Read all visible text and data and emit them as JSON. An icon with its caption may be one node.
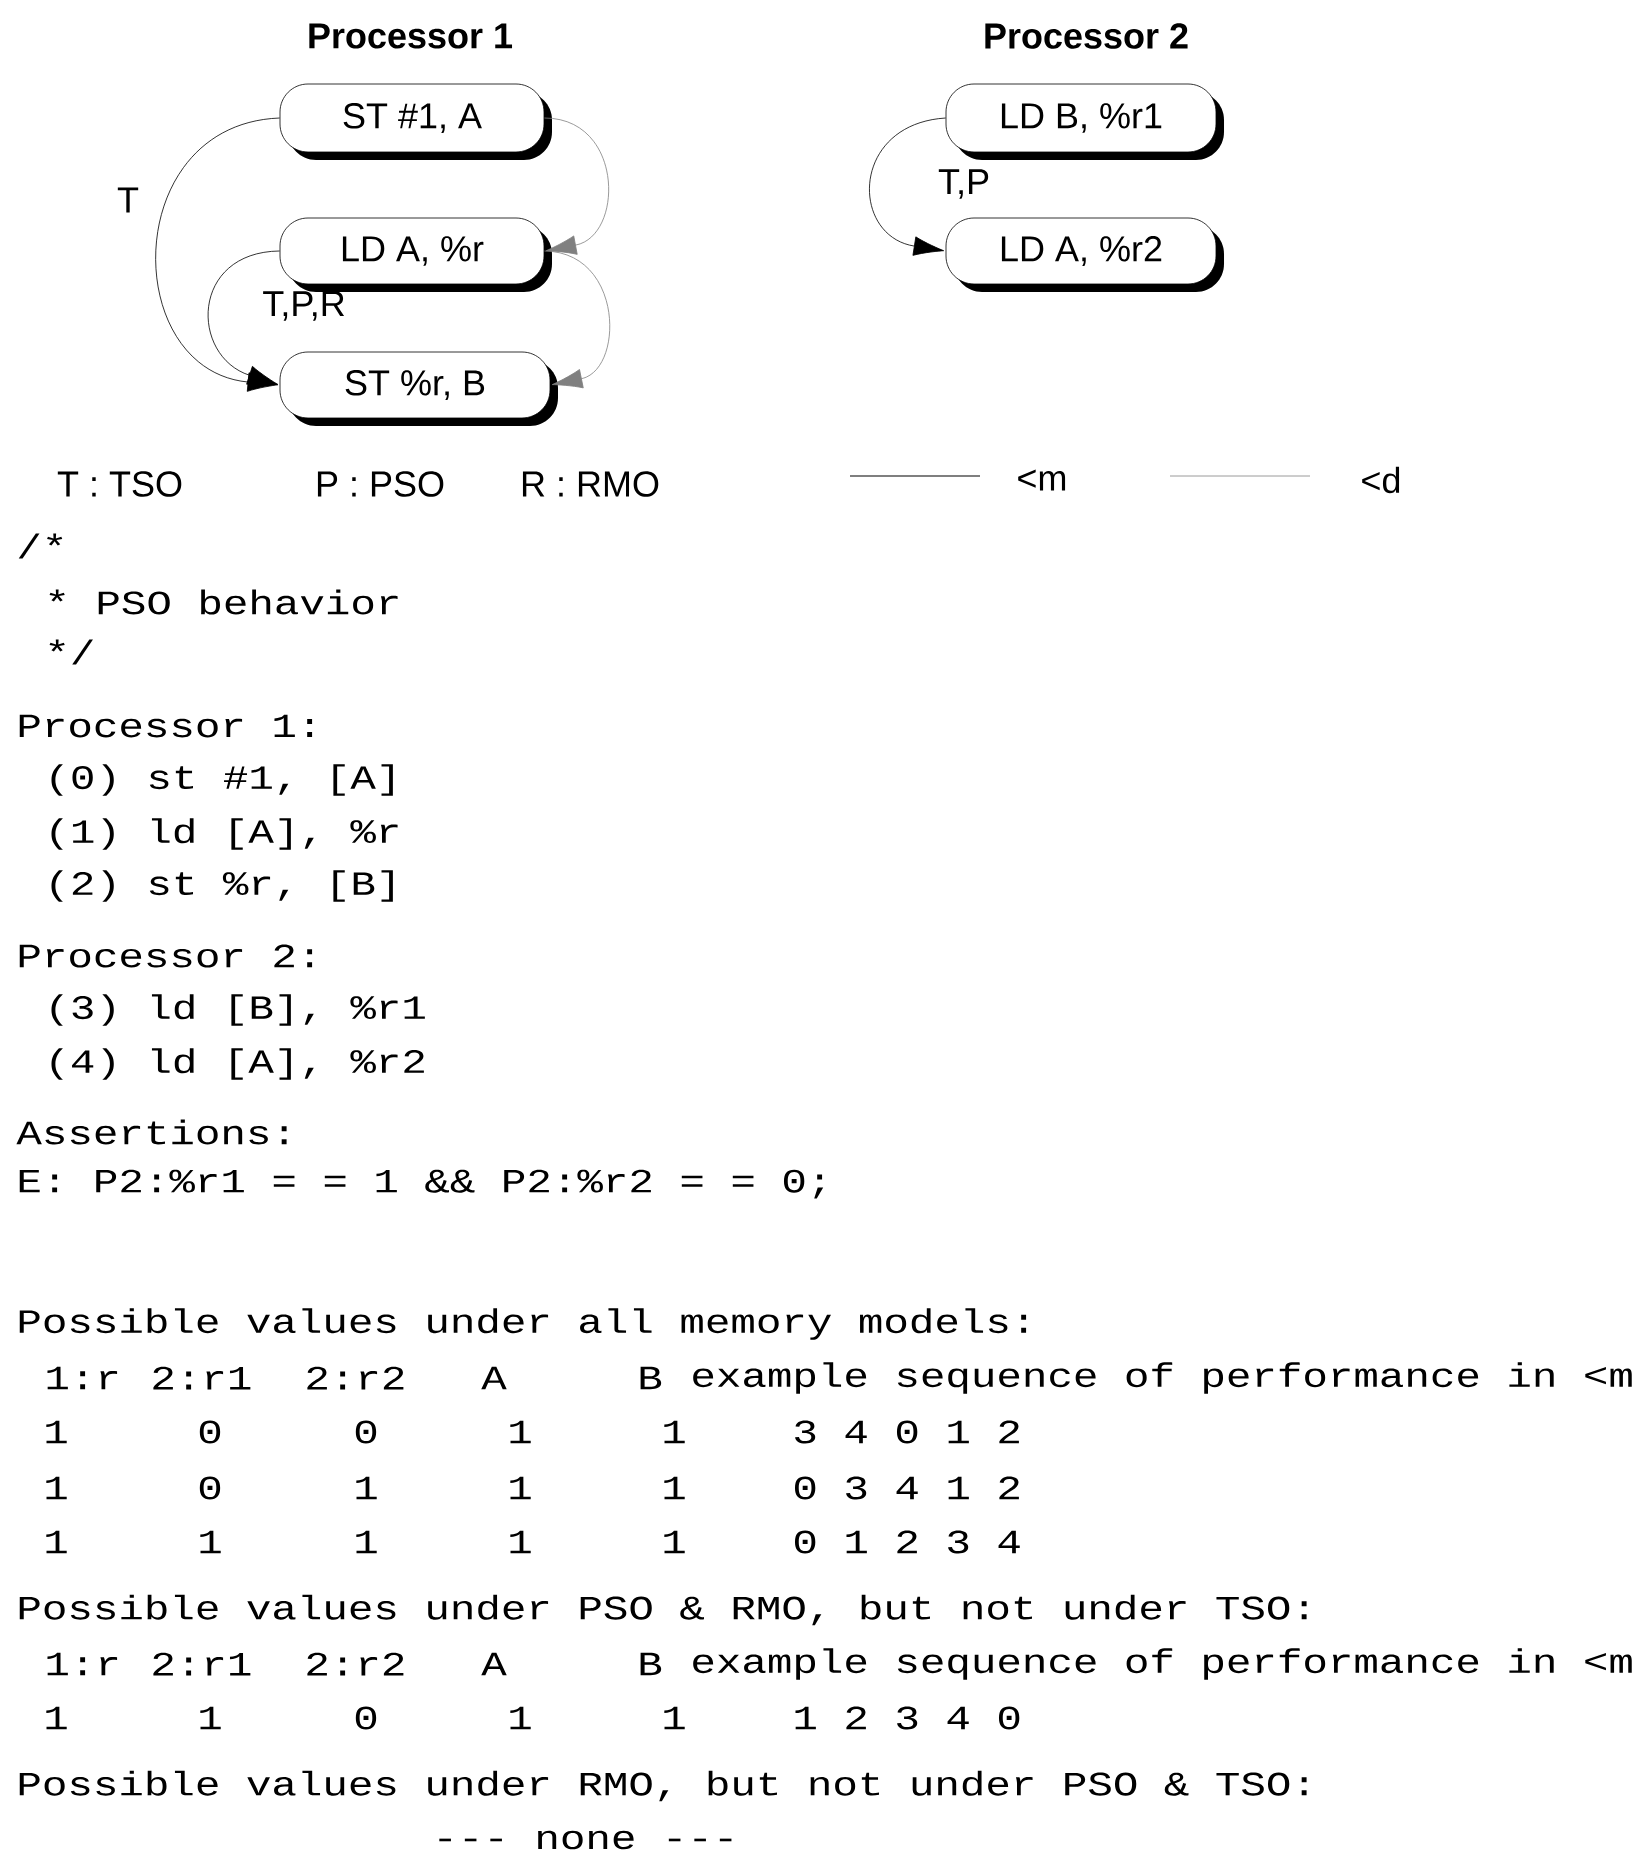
{
  "diagram": {
    "nodes": [
      {
        "text": [
          "ST #1, A"
        ]
      },
      {
        "text": [
          "LD A, %r"
        ]
      },
      {
        "text": [
          "ST %r, B"
        ]
      },
      {
        "text": [
          "LD B, %r1"
        ]
      },
      {
        "text": [
          "LD A, %r2"
        ]
      }
    ],
    "edges": [
      {
        "from": 0,
        "to": 2,
        "arrow": "to",
        "label": "T"
      },
      {
        "from": 0,
        "to": 1,
        "arrow": "to",
        "color": "#808080"
      },
      {
        "from": 1,
        "to": 2,
        "arrow": "to",
        "label": "T,P,R"
      },
      {
        "from": 1,
        "to": 2,
        "arrow": "to",
        "color": "#808080"
      },
      {
        "from": 3,
        "to": 4,
        "arrow": "to",
        "label": "T,P"
      }
    ],
    "labels": [
      "Processor 1",
      "Processor 2",
      "T : TSO",
      "P : PSO",
      "R : RMO",
      "/*",
      "* PSO behavior",
      "*/",
      "Processor 1:",
      "(0) st #1, [A]",
      "(1) ld [A], %r",
      "(2) st %r, [B]",
      "Processor 2:",
      "(3) ld [B], %r1",
      "(4) ld [A], %r2",
      "Assertions:",
      "E: P2:%r1 = = 1 && P2:%r2 = = 0;",
      "Possible values under all memory models:",
      "1:r",
      "2:r1",
      "2:r2",
      "A",
      "B",
      "example sequence of performance in <m",
      "1",
      "0",
      "0",
      "1",
      "1",
      "3 4 0 1 2",
      "1",
      "0",
      "1",
      "1",
      "1",
      "0 3 4 1 2",
      "1",
      "1",
      "1",
      "1",
      "1",
      "0 1 2 3 4",
      "Possible values under PSO & RMO, but not under TSO:",
      "1:r",
      "2:r1",
      "2:r2",
      "A",
      "B",
      "example sequence of performance in <m",
      "1",
      "1",
      "0",
      "1",
      "1",
      "1 2 3 4 0",
      "Possible values under RMO, but not under PSO & TSO:",
      "--- none ---"
    ],
    "legend": [
      {
        "text": "<m"
      },
      {
        "text": "<d"
      }
    ]
  }
}
